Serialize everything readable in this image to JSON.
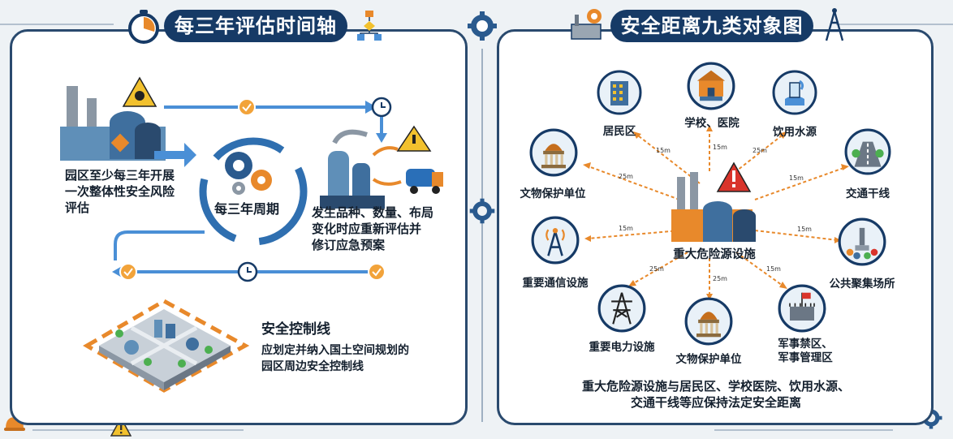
{
  "left": {
    "title": "每三年评估时间轴",
    "text1_lines": [
      "园区至少每三年开展",
      "一次整体性安全风险",
      "评估"
    ],
    "cycle_label": "每三年周期",
    "text2_lines": [
      "发生品种、数量、布局",
      "变化时应重新评估并",
      "修订应急预案"
    ],
    "control_title": "安全控制线",
    "control_lines": [
      "应划定并纳入国土空间规划的",
      "园区周边安全控制线"
    ]
  },
  "right": {
    "title": "安全距离九类对象图",
    "center_label": "重大危险源设施",
    "objects": {
      "residential": "居民区",
      "school_hospital": "学校、医院",
      "water": "饮用水源",
      "heritage_left": "文物保护单位",
      "traffic": "交通干线",
      "telecom": "重要通信设施",
      "public": "公共聚集场所",
      "power": "重要电力设施",
      "heritage_bottom": "文物保护单位",
      "military": [
        "军事禁区、",
        "军事管理区"
      ]
    },
    "distances": {
      "residential": "15m",
      "school_hospital": "15m",
      "water": "25m",
      "heritage_left": "25m",
      "traffic": "15m",
      "telecom": "15m",
      "public": "15m",
      "power": "25m",
      "heritage_bottom": "25m",
      "military": "15m"
    },
    "summary_lines": [
      "重大危险源设施与居民区、学校医院、饮用水源、",
      "交通干线等应保持法定安全距离"
    ]
  },
  "colors": {
    "navy": "#163a66",
    "orange": "#e8892b",
    "blue_arrow": "#4a8fd6",
    "hazard_red": "#d9342b",
    "warning_yellow": "#f2c12e"
  }
}
